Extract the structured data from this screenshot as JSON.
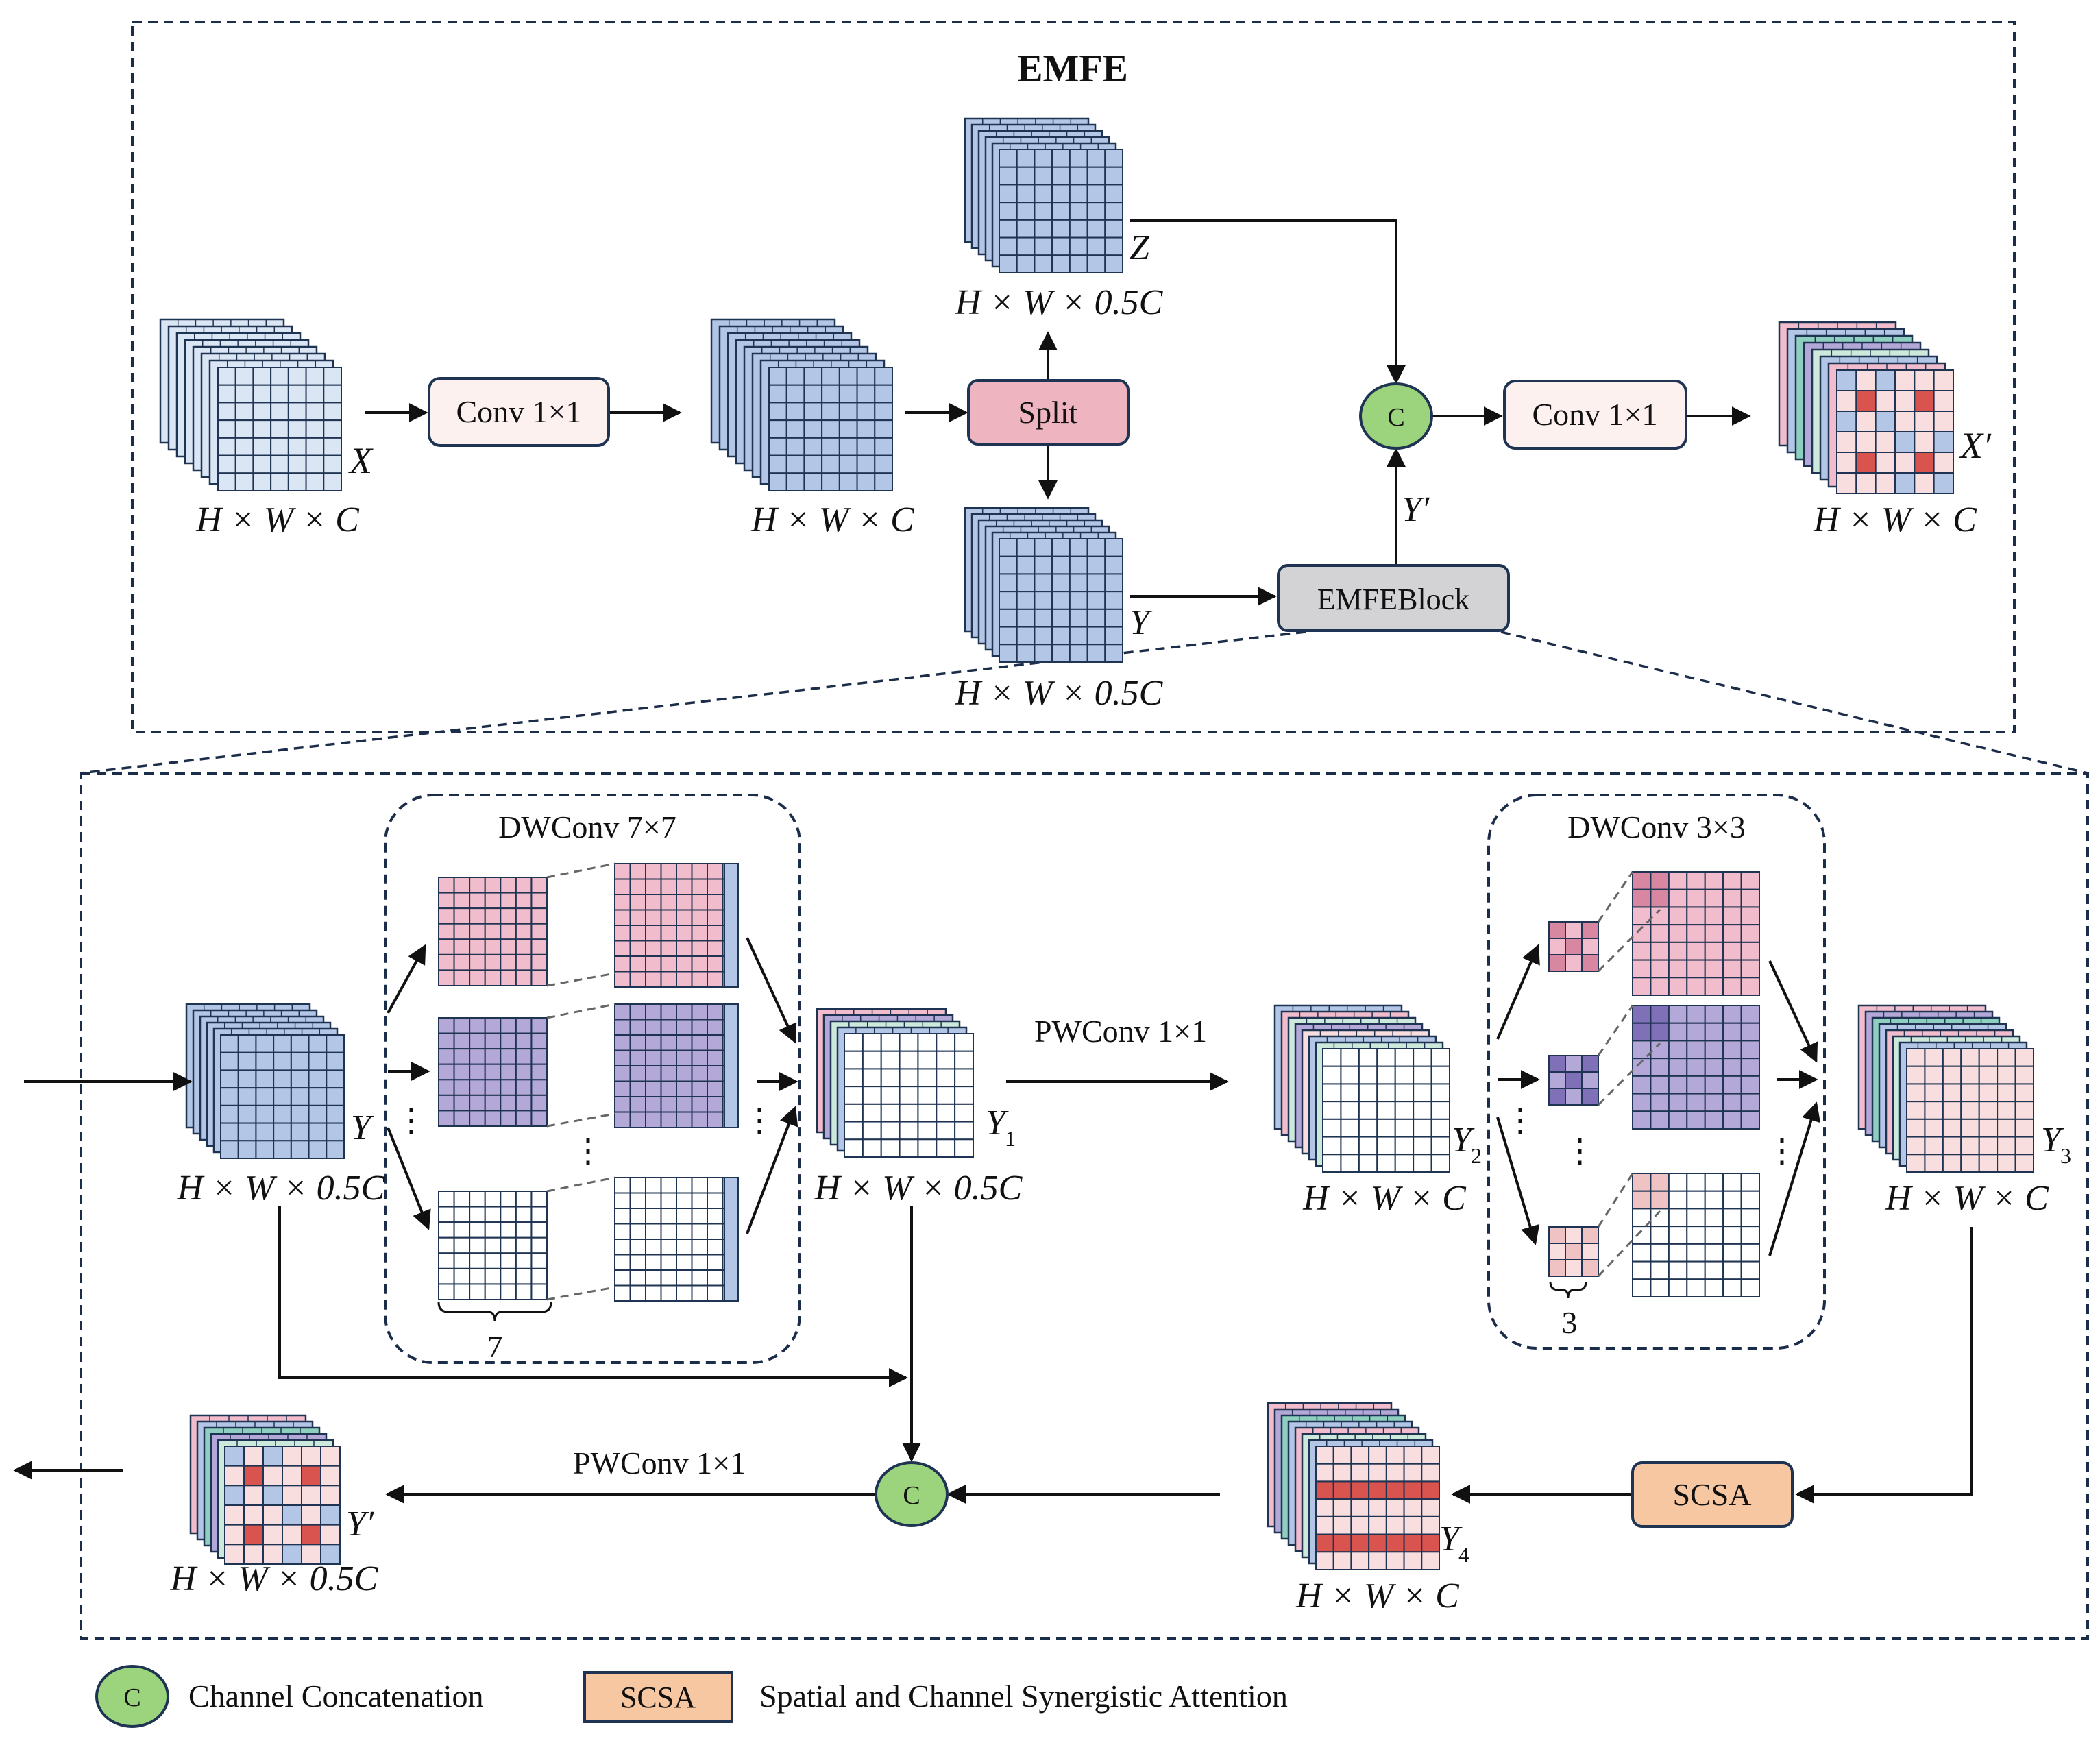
{
  "title": "EMFE",
  "colors": {
    "blue": "#b3c6e6",
    "light_blue": "#dbe6f5",
    "pink": "#f1bccb",
    "purple": "#b3a8d8",
    "white_cell": "#ffffff",
    "light_pink": "#f8dede",
    "red": "#d9534f",
    "mint": "#cde9dc",
    "teal": "#8fcfbf",
    "split_fill": "#eeb4c0",
    "conv_fill": "#fdf1ef",
    "block_fill": "#d3d3d5",
    "scsa_fill": "#f7c7a2",
    "concat_fill": "#9bd47c",
    "stroke": "#1f3352",
    "dashed": "#1c2d4a"
  },
  "top": {
    "blocks": {
      "conv1": "Conv 1×1",
      "split": "Split",
      "concat": "C",
      "conv2": "Conv 1×1",
      "emfeblock": "EMFEBlock"
    },
    "tensors": {
      "x": {
        "label": "X",
        "dims": "H × W × C"
      },
      "mid": {
        "label": "",
        "dims": "H × W × C"
      },
      "z": {
        "label": "Z",
        "dims": "H × W × 0.5C"
      },
      "y": {
        "label": "Y",
        "dims": "H × W × 0.5C"
      },
      "yprime": {
        "label": "Y′"
      },
      "xprime": {
        "label": "X′",
        "dims": "H × W × C"
      }
    }
  },
  "bottom": {
    "dw7": {
      "title": "DWConv 7×7",
      "kernel": "7",
      "dots": "⋮"
    },
    "dw3": {
      "title": "DWConv 3×3",
      "kernel": "3",
      "dots": "⋮"
    },
    "pw1": "PWConv 1×1",
    "pw2": "PWConv 1×1",
    "scsa": "SCSA",
    "concat": "C",
    "tensors": {
      "y": {
        "label": "Y",
        "dims": "H × W × 0.5C"
      },
      "y1": {
        "label": "Y",
        "sub": "1",
        "dims": "H × W × 0.5C"
      },
      "y2": {
        "label": "Y",
        "sub": "2",
        "dims": "H × W × C"
      },
      "y3": {
        "label": "Y",
        "sub": "3",
        "dims": "H × W × C"
      },
      "y4": {
        "label": "Y",
        "sub": "4",
        "dims": "H × W × C"
      },
      "yprime": {
        "label": "Y′",
        "dims": "H × W × 0.5C"
      }
    }
  },
  "legend": [
    {
      "symbol": "C",
      "text": "Channel Concatenation"
    },
    {
      "symbol": "SCSA",
      "text": "Spatial and Channel Synergistic Attention"
    }
  ]
}
